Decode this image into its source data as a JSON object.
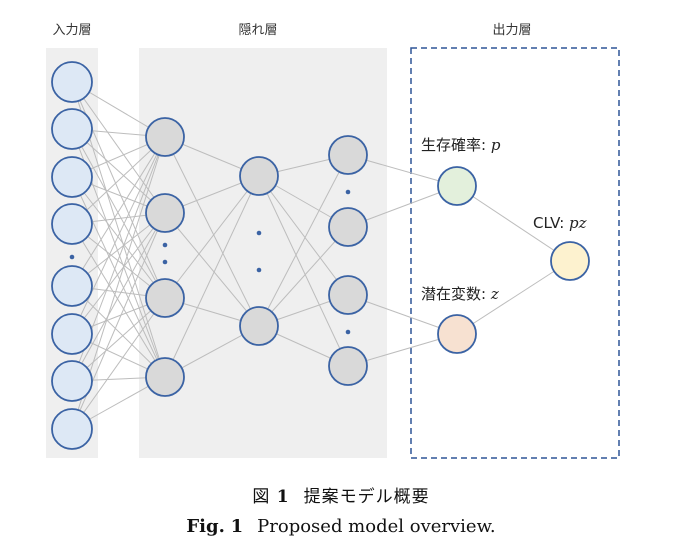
{
  "layers": {
    "input": "入力層",
    "hidden": "隠れ層",
    "output": "出力層"
  },
  "outputs": {
    "survival": {
      "label": "生存確率: ",
      "var": "p"
    },
    "latent": {
      "label": "潜在変数: ",
      "var": "z"
    },
    "clv": {
      "label": "CLV: ",
      "var": "pz"
    }
  },
  "colors": {
    "node_stroke": "#3b63a4",
    "input_fill": "#dde8f5",
    "hidden_fill": "#d9d9d9",
    "survival_fill": "#e3f0dc",
    "latent_fill": "#f7e1d1",
    "clv_fill": "#fdf2cf",
    "edge": "#bdbdbd",
    "panel": "#efefef",
    "dashed_box": "#2f5597"
  },
  "caption": {
    "ja_prefix": "図",
    "ja_number": "1",
    "ja_text": "提案モデル概要",
    "en_prefix": "Fig.",
    "en_number": "1",
    "en_text": "Proposed model overview."
  }
}
